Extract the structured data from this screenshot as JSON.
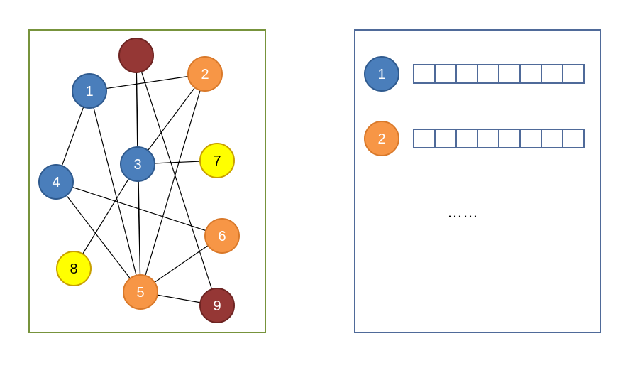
{
  "colors": {
    "blue": "#4a7ebb",
    "blue_stroke": "#2f5a8e",
    "orange": "#f79646",
    "orange_stroke": "#d9792a",
    "yellow": "#ffff00",
    "yellow_stroke": "#c8a000",
    "maroon": "#953735",
    "maroon_stroke": "#6e2422",
    "graph_frame": "#77933c",
    "list_frame": "#4f6a99",
    "edge": "#000000"
  },
  "graph": {
    "nodes": [
      {
        "id": "top",
        "label": "",
        "color": "maroon"
      },
      {
        "id": "1",
        "label": "1",
        "color": "blue"
      },
      {
        "id": "2",
        "label": "2",
        "color": "orange"
      },
      {
        "id": "3",
        "label": "3",
        "color": "blue"
      },
      {
        "id": "4",
        "label": "4",
        "color": "blue"
      },
      {
        "id": "5",
        "label": "5",
        "color": "orange"
      },
      {
        "id": "6",
        "label": "6",
        "color": "orange"
      },
      {
        "id": "7",
        "label": "7",
        "color": "yellow"
      },
      {
        "id": "8",
        "label": "8",
        "color": "yellow"
      },
      {
        "id": "9",
        "label": "9",
        "color": "maroon"
      }
    ],
    "edges": [
      [
        "1",
        "2"
      ],
      [
        "1",
        "4"
      ],
      [
        "1",
        "5"
      ],
      [
        "2",
        "3"
      ],
      [
        "2",
        "5"
      ],
      [
        "3",
        "7"
      ],
      [
        "3",
        "5"
      ],
      [
        "3",
        "8"
      ],
      [
        "top",
        "3"
      ],
      [
        "top",
        "5"
      ],
      [
        "top",
        "9"
      ],
      [
        "4",
        "6"
      ],
      [
        "4",
        "5"
      ],
      [
        "5",
        "6"
      ],
      [
        "5",
        "9"
      ]
    ]
  },
  "adjacency_list": {
    "rows": [
      {
        "label": "1",
        "color": "blue",
        "cells": 8
      },
      {
        "label": "2",
        "color": "orange",
        "cells": 8
      }
    ],
    "ellipsis": "……"
  }
}
